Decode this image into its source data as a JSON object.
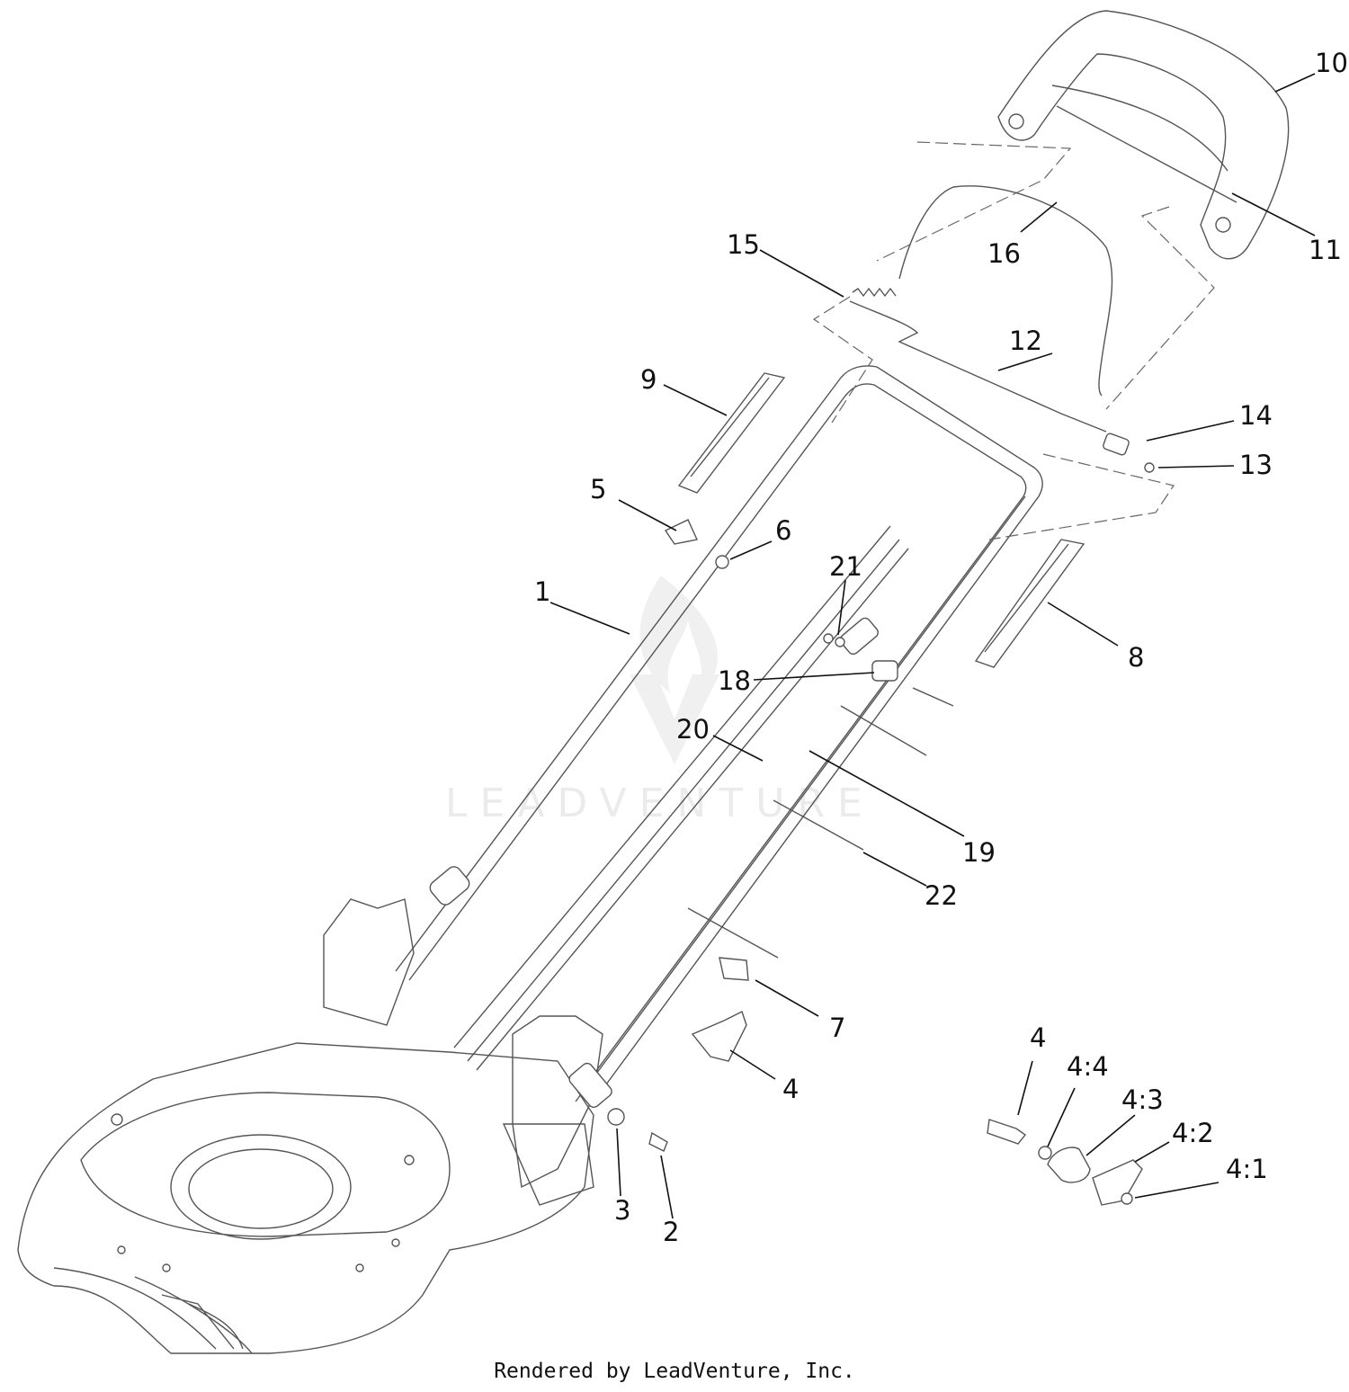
{
  "watermark": "LEADVENTURE",
  "footer": "Rendered by LeadVenture, Inc.",
  "callouts": [
    {
      "id": "c10",
      "text": "10"
    },
    {
      "id": "c11",
      "text": "11"
    },
    {
      "id": "c15",
      "text": "15"
    },
    {
      "id": "c16",
      "text": "16"
    },
    {
      "id": "c12",
      "text": "12"
    },
    {
      "id": "c9",
      "text": "9"
    },
    {
      "id": "c14",
      "text": "14"
    },
    {
      "id": "c13",
      "text": "13"
    },
    {
      "id": "c5",
      "text": "5"
    },
    {
      "id": "c6",
      "text": "6"
    },
    {
      "id": "c21",
      "text": "21"
    },
    {
      "id": "c1",
      "text": "1"
    },
    {
      "id": "c8",
      "text": "8"
    },
    {
      "id": "c18",
      "text": "18"
    },
    {
      "id": "c20",
      "text": "20"
    },
    {
      "id": "c19",
      "text": "19"
    },
    {
      "id": "c22",
      "text": "22"
    },
    {
      "id": "c7",
      "text": "7"
    },
    {
      "id": "c4a",
      "text": "4"
    },
    {
      "id": "c4b",
      "text": "4"
    },
    {
      "id": "c4_4",
      "text": "4:4"
    },
    {
      "id": "c4_3",
      "text": "4:3"
    },
    {
      "id": "c4_2",
      "text": "4:2"
    },
    {
      "id": "c4_1",
      "text": "4:1"
    },
    {
      "id": "c3",
      "text": "3"
    },
    {
      "id": "c2",
      "text": "2"
    }
  ]
}
